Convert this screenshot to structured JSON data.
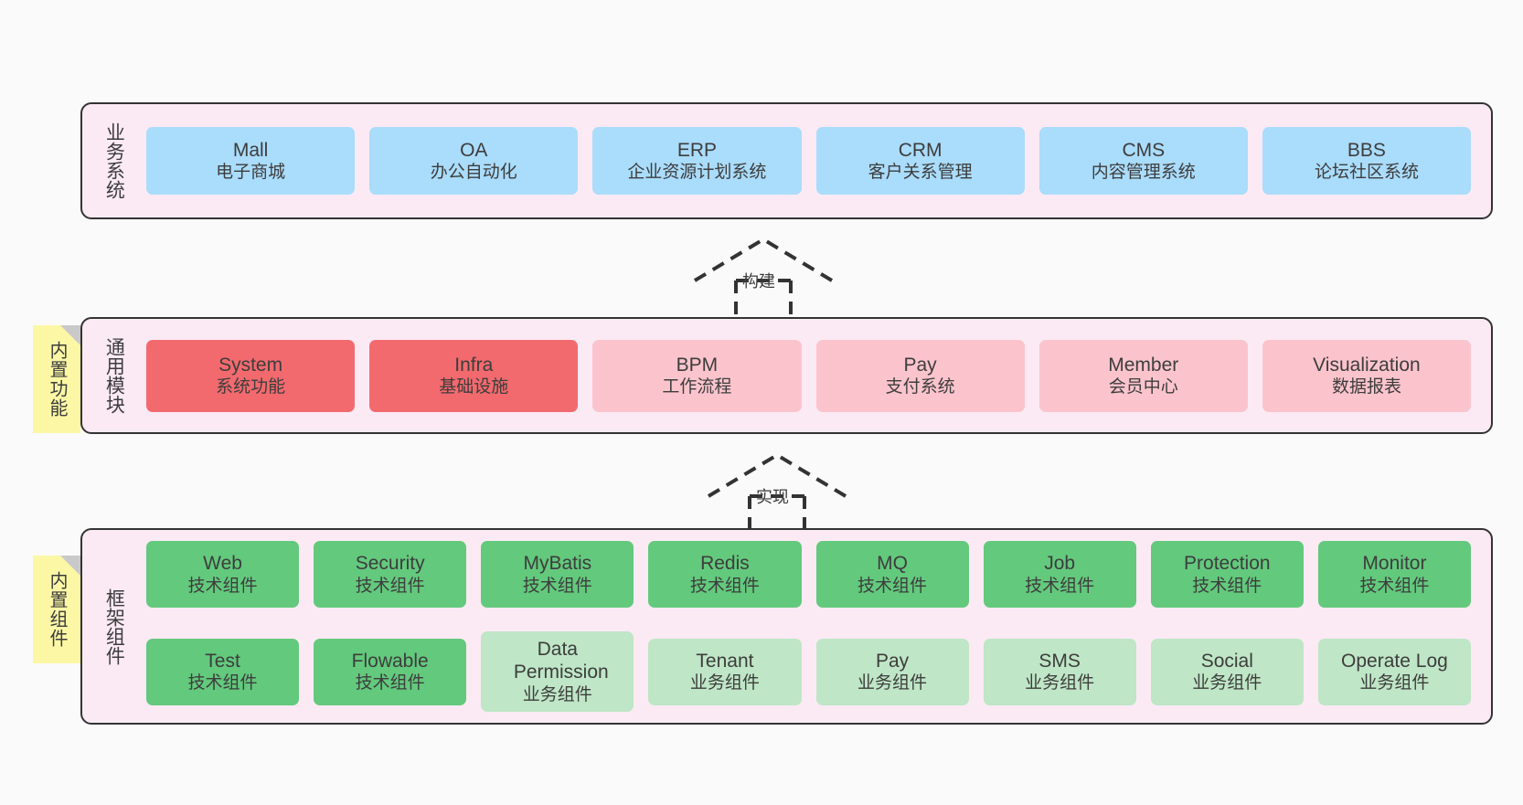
{
  "diagram": {
    "title": "",
    "colors": {
      "canvas": "#fafafa",
      "layer_bg": "#fbeaf4",
      "layer_border": "#333333",
      "business_box": "#aadcfb",
      "core_module_box": "#f26a6e",
      "optional_module_box": "#fbc4cd",
      "tech_component_box": "#63c97d",
      "biz_component_box": "#bfe6c6",
      "sticky_note": "#fbf7a5",
      "sticky_fold": "#c9c9c9"
    }
  },
  "layers": [
    {
      "id": "business-systems",
      "title": "业务系统",
      "note": null,
      "rows": [
        {
          "items": [
            {
              "name": "Mall",
              "desc": "电子商城",
              "style": "blue"
            },
            {
              "name": "OA",
              "desc": "办公自动化",
              "style": "blue"
            },
            {
              "name": "ERP",
              "desc": "企业资源计划系统",
              "style": "blue"
            },
            {
              "name": "CRM",
              "desc": "客户关系管理",
              "style": "blue"
            },
            {
              "name": "CMS",
              "desc": "内容管理系统",
              "style": "blue"
            },
            {
              "name": "BBS",
              "desc": "论坛社区系统",
              "style": "blue"
            }
          ]
        }
      ]
    },
    {
      "id": "common-modules",
      "title": "通用模块",
      "note": "内置功能",
      "rows": [
        {
          "items": [
            {
              "name": "System",
              "desc": "系统功能",
              "style": "red"
            },
            {
              "name": "Infra",
              "desc": "基础设施",
              "style": "red"
            },
            {
              "name": "BPM",
              "desc": "工作流程",
              "style": "pink"
            },
            {
              "name": "Pay",
              "desc": "支付系统",
              "style": "pink"
            },
            {
              "name": "Member",
              "desc": "会员中心",
              "style": "pink"
            },
            {
              "name": "Visualization",
              "desc": "数据报表",
              "style": "pink"
            }
          ]
        }
      ]
    },
    {
      "id": "framework-components",
      "title": "框架组件",
      "note": "内置组件",
      "rows": [
        {
          "items": [
            {
              "name": "Web",
              "desc": "技术组件",
              "style": "green"
            },
            {
              "name": "Security",
              "desc": "技术组件",
              "style": "green"
            },
            {
              "name": "MyBatis",
              "desc": "技术组件",
              "style": "green"
            },
            {
              "name": "Redis",
              "desc": "技术组件",
              "style": "green"
            },
            {
              "name": "MQ",
              "desc": "技术组件",
              "style": "green"
            },
            {
              "name": "Job",
              "desc": "技术组件",
              "style": "green"
            },
            {
              "name": "Protection",
              "desc": "技术组件",
              "style": "green"
            },
            {
              "name": "Monitor",
              "desc": "技术组件",
              "style": "green"
            }
          ]
        },
        {
          "items": [
            {
              "name": "Test",
              "desc": "技术组件",
              "style": "green"
            },
            {
              "name": "Flowable",
              "desc": "技术组件",
              "style": "green"
            },
            {
              "name": "Data Permission",
              "desc": "业务组件",
              "style": "lgreen"
            },
            {
              "name": "Tenant",
              "desc": "业务组件",
              "style": "lgreen"
            },
            {
              "name": "Pay",
              "desc": "业务组件",
              "style": "lgreen"
            },
            {
              "name": "SMS",
              "desc": "业务组件",
              "style": "lgreen"
            },
            {
              "name": "Social",
              "desc": "业务组件",
              "style": "lgreen"
            },
            {
              "name": "Operate Log",
              "desc": "业务组件",
              "style": "lgreen"
            }
          ]
        }
      ]
    }
  ],
  "connectors": [
    {
      "id": "build",
      "label": "构建",
      "from": "common-modules",
      "to": "business-systems"
    },
    {
      "id": "implement",
      "label": "实现",
      "from": "framework-components",
      "to": "common-modules"
    }
  ]
}
